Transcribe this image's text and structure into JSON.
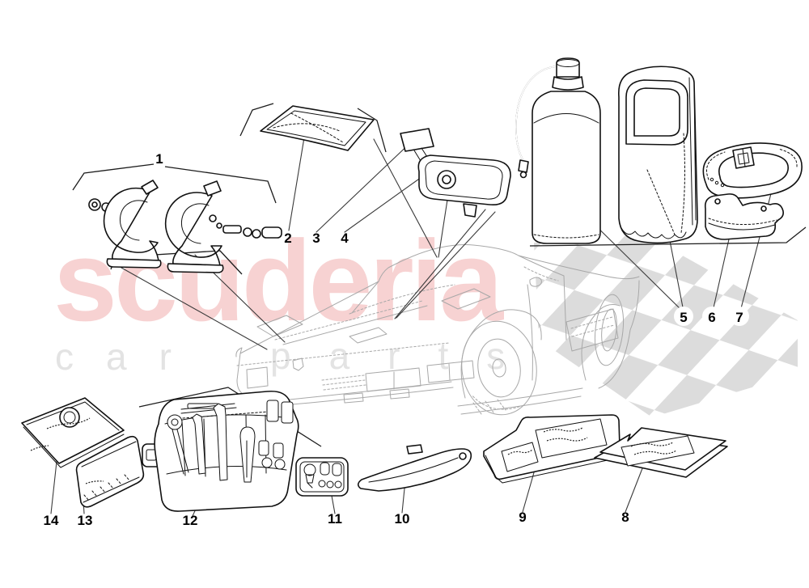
{
  "watermark": {
    "brand": "scuderia",
    "word1": "car",
    "word2": "parts"
  },
  "colors": {
    "watermark_pink": "#f7d2d2",
    "watermark_row_gray": "#e3e3e3",
    "checker_gray": "#dcdcdc",
    "part_line_black": "#111111",
    "car_sketch_gray": "#a8a8a8",
    "leader_gray": "#3a3a3a",
    "background": "#ffffff",
    "callout_text": "#000000"
  },
  "callouts": [
    {
      "number": "1",
      "part": "horn-pair"
    },
    {
      "number": "2",
      "part": "protective-pad"
    },
    {
      "number": "3",
      "part": "mirror-mount-plate"
    },
    {
      "number": "4",
      "part": "interior-mirror"
    },
    {
      "number": "5",
      "part": "inflator-bottle-and-pouch"
    },
    {
      "number": "6",
      "part": "leather-case"
    },
    {
      "number": "7",
      "part": "fastening-belt"
    },
    {
      "number": "8",
      "part": "document-wallet-right"
    },
    {
      "number": "9",
      "part": "document-wallet-left"
    },
    {
      "number": "10",
      "part": "lever-tool"
    },
    {
      "number": "11",
      "part": "spare-bulb-box"
    },
    {
      "number": "12",
      "part": "tool-roll"
    },
    {
      "number": "13",
      "part": "document-folder"
    },
    {
      "number": "14",
      "part": "owners-manual"
    }
  ]
}
